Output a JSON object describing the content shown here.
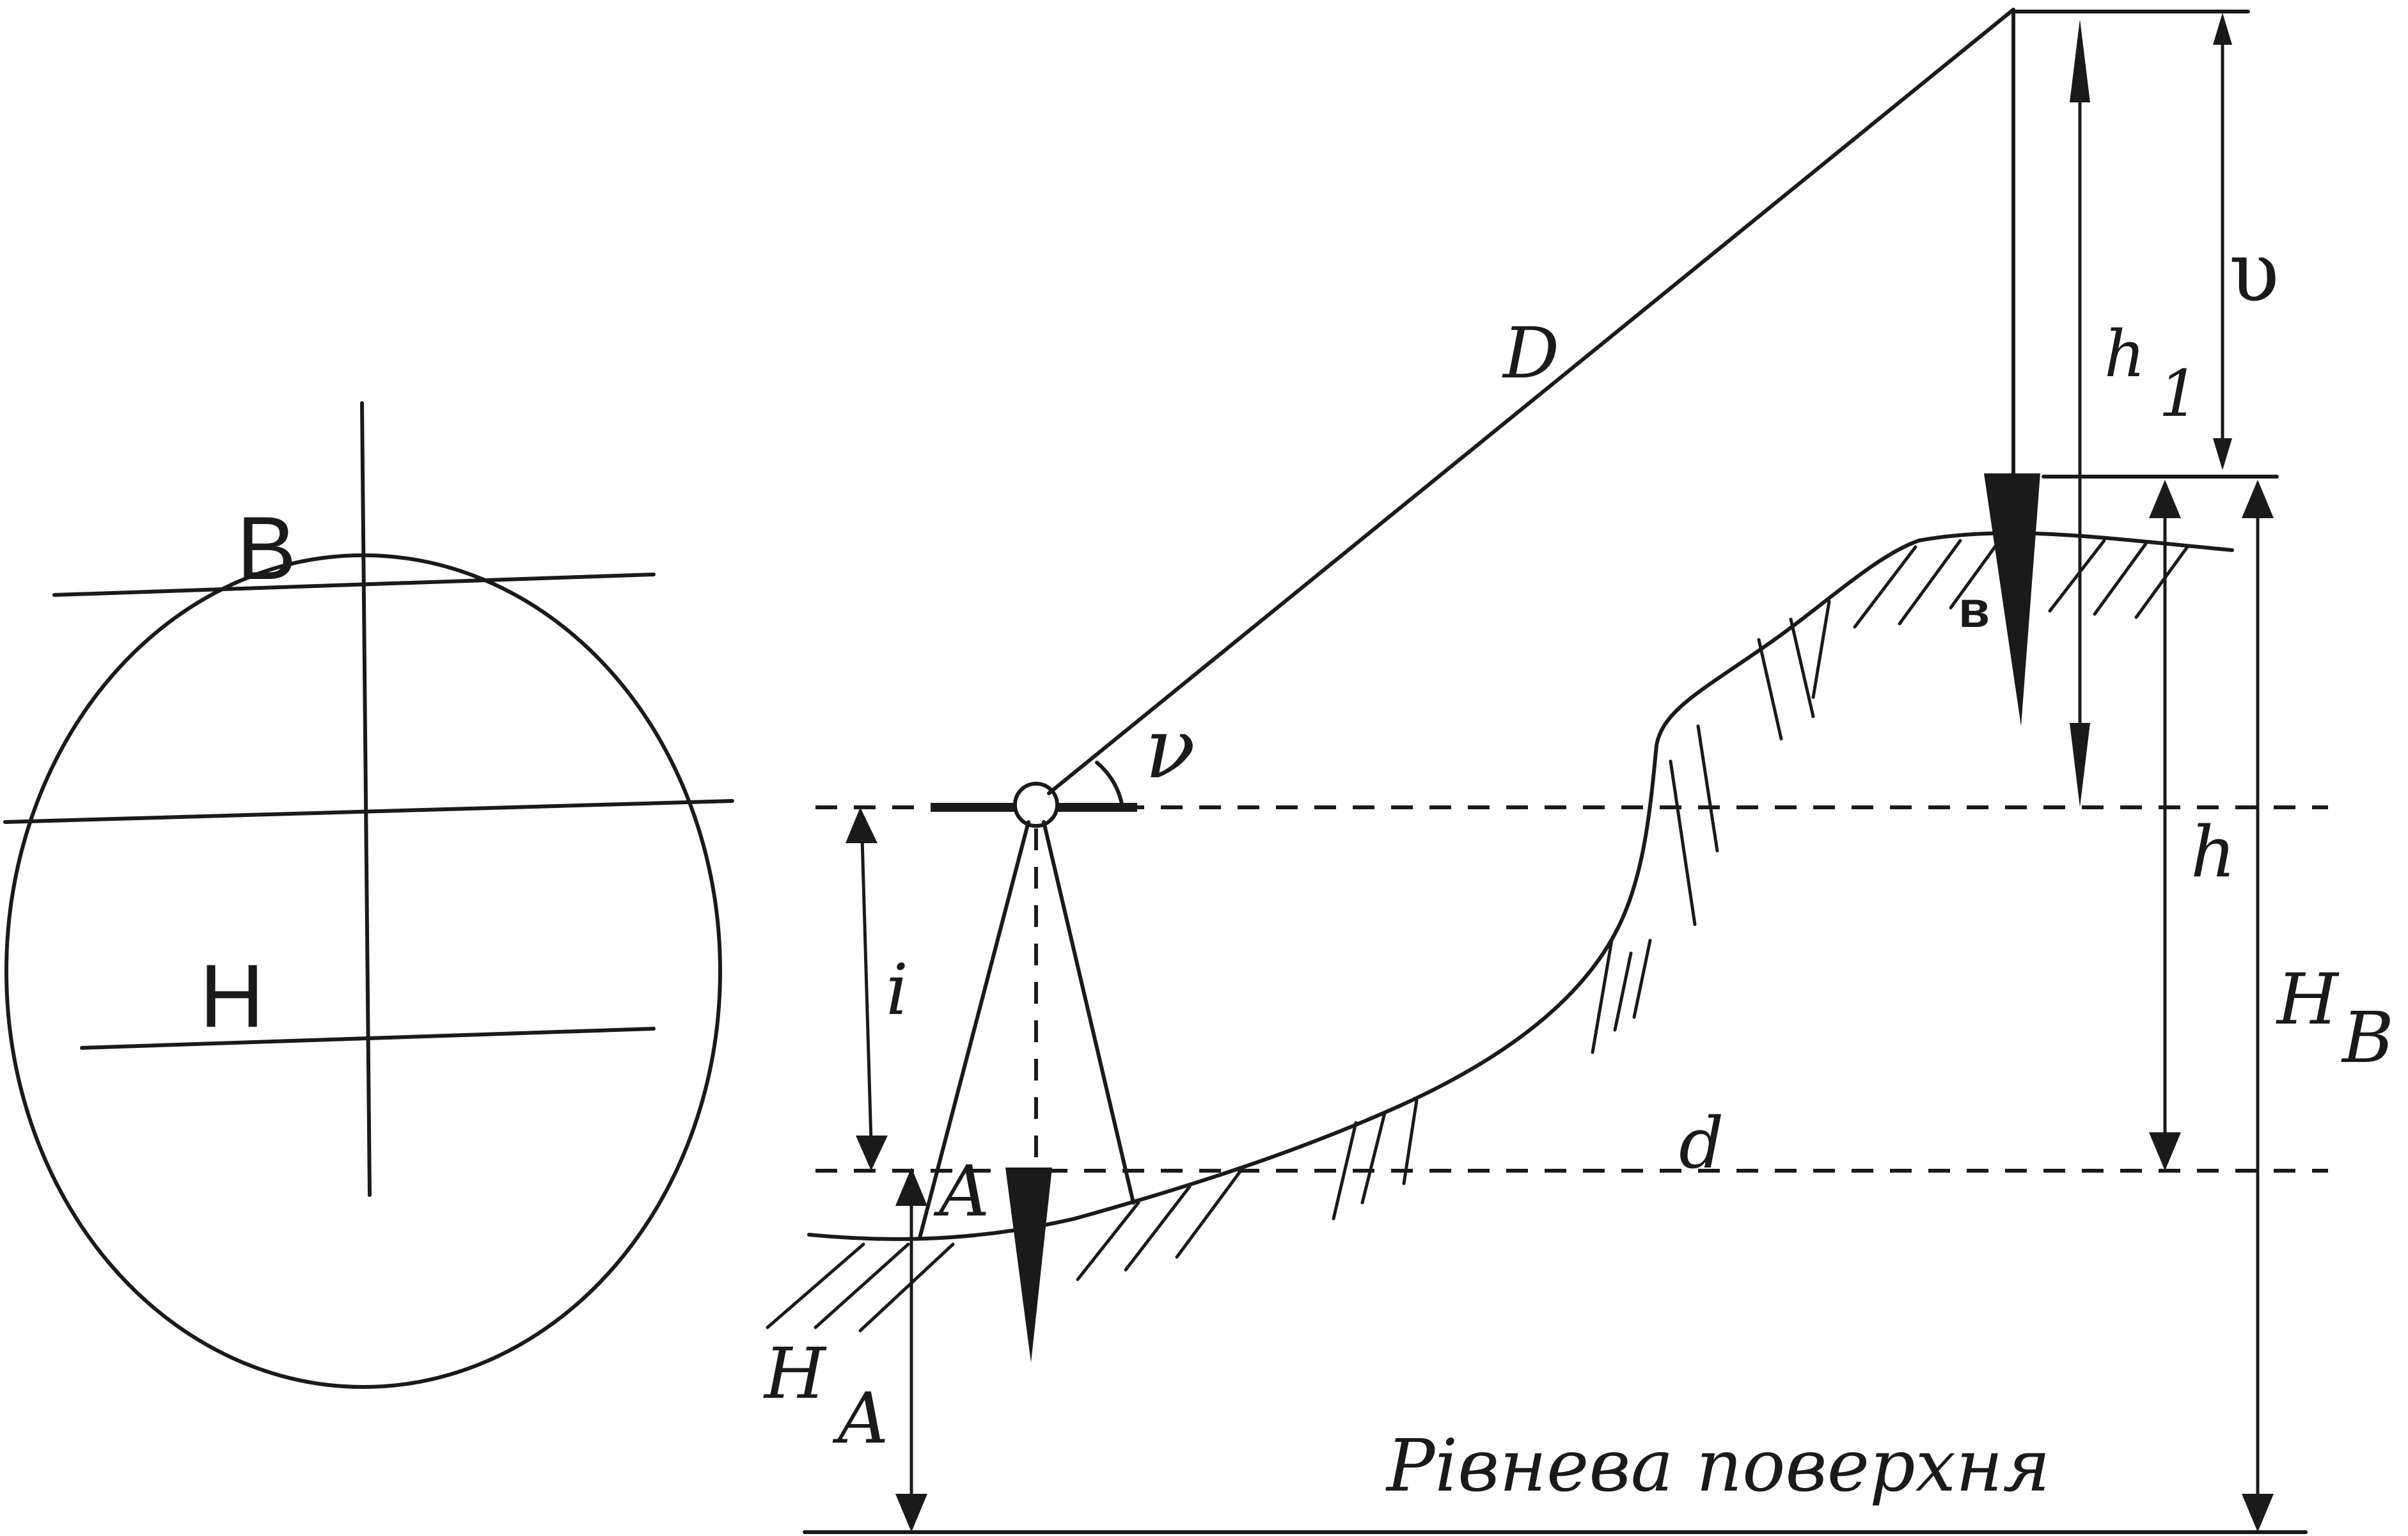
{
  "reticle": {
    "upper_label": "B",
    "lower_label": "H"
  },
  "labels": {
    "slope_distance": "D",
    "vertical_angle": "ν",
    "instrument_height": "i",
    "point_a": "A",
    "point_b": "в",
    "horizontal_distance": "d",
    "upsilon": "υ",
    "h1_main": "h",
    "h1_sub": "1",
    "height_difference": "h",
    "ha_main": "H",
    "ha_sub": "A",
    "hb_main": "H",
    "hb_sub": "B",
    "level_surface": "Рівнева поверхня"
  }
}
